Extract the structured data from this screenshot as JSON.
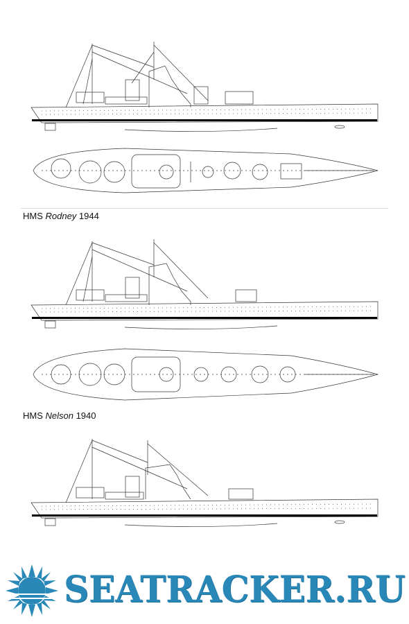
{
  "captions": [
    {
      "prefix": "HMS ",
      "name": "Rodney",
      "year": " 1944"
    },
    {
      "prefix": "HMS ",
      "name": "Nelson",
      "year": " 1940"
    }
  ],
  "logo": {
    "text": "SEATRACKER.RU",
    "color": "#2a88b8",
    "icon": "sun-burst-icon"
  },
  "colors": {
    "line": "#333333",
    "waterline": "#000000",
    "background": "#ffffff"
  }
}
